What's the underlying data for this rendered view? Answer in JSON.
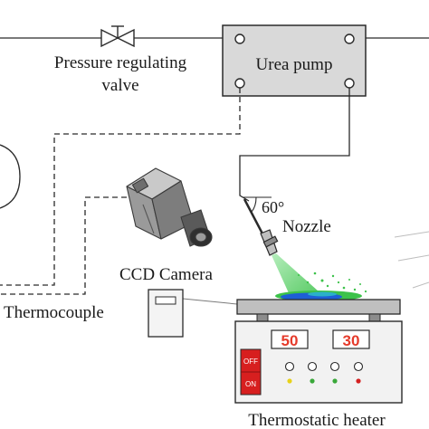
{
  "labels": {
    "pressure_valve_line1": "Pressure regulating",
    "pressure_valve_line2": "valve",
    "urea_pump": "Urea pump",
    "angle": "60°",
    "nozzle": "Nozzle",
    "ccd_camera": "CCD Camera",
    "thermocouple": "Thermocouple",
    "thermostatic_heater": "Thermostatic heater"
  },
  "heater": {
    "display_left": "50",
    "display_right": "30",
    "switch_off": "OFF",
    "switch_on": "ON",
    "indicator_colors": [
      "#e8d21a",
      "#3aa83a",
      "#3aa83a",
      "#d42020"
    ]
  },
  "colors": {
    "line": "#2a2a2a",
    "pump_fill": "#d9d9d9",
    "switch_red": "#d71f1f",
    "display_red": "#e53a2a",
    "spray_green": "#3cc24a",
    "spray_blue": "#1e5fd6"
  }
}
